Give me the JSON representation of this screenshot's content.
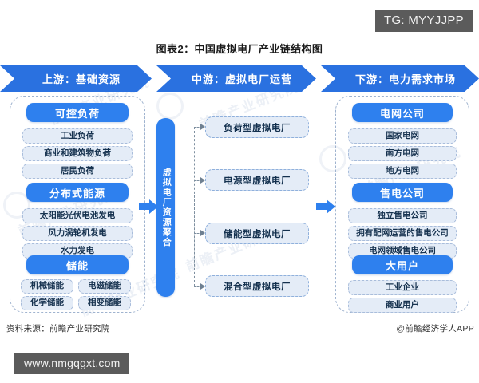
{
  "watermark_badges": {
    "tg": "TG: MYYJJPP",
    "url": "www.nmgqgxt.com"
  },
  "chart_data": {
    "type": "diagram",
    "title": "图表2：中国虚拟电厂产业链结构图",
    "source_note": "资料来源：前瞻产业研究院",
    "app_note": "@前瞻经济学人APP",
    "accent_color": "#2e80ee",
    "banner_color": "#2a71e0",
    "sub_fill_color": "#e4ecf7",
    "stages": [
      {
        "id": "upstream",
        "label": "上游：基础资源"
      },
      {
        "id": "midstream",
        "label": "中游：虚拟电厂运营"
      },
      {
        "id": "downstream",
        "label": "下游：电力需求市场"
      }
    ],
    "upstream_groups": [
      {
        "header": "可控负荷",
        "layout": "single",
        "items": [
          "工业负荷",
          "商业和建筑物负荷",
          "居民负荷"
        ]
      },
      {
        "header": "分布式能源",
        "layout": "single",
        "items": [
          "太阳能光伏电池发电",
          "风力涡轮机发电",
          "水力发电"
        ]
      },
      {
        "header": "储能",
        "layout": "grid2",
        "items": [
          "机械储能",
          "电磁储能",
          "化学储能",
          "相变储能"
        ]
      }
    ],
    "midstream": {
      "aggregator_label": "虚拟电厂资源聚合",
      "types": [
        "负荷型虚拟电厂",
        "电源型虚拟电厂",
        "储能型虚拟电厂",
        "混合型虚拟电厂"
      ]
    },
    "downstream_groups": [
      {
        "header": "电网公司",
        "layout": "single",
        "items": [
          "国家电网",
          "南方电网",
          "地方电网"
        ]
      },
      {
        "header": "售电公司",
        "layout": "single",
        "items": [
          "独立售电公司",
          "拥有配网运营的售电公司",
          "电网领域售电公司"
        ]
      },
      {
        "header": "大用户",
        "layout": "single",
        "items": [
          "工业企业",
          "商业用户"
        ]
      }
    ]
  }
}
